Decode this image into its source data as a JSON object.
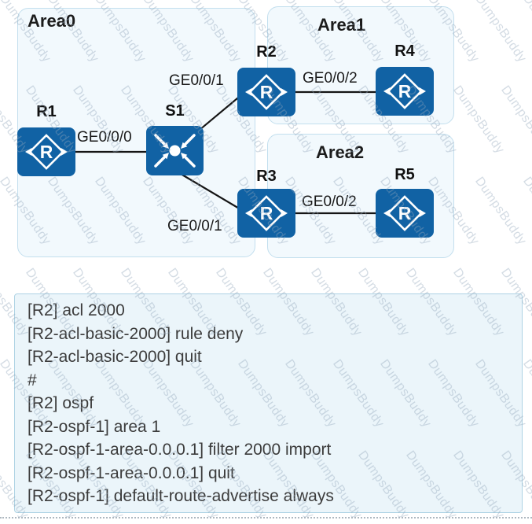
{
  "watermark": {
    "text": "DumpsBuddy"
  },
  "colors": {
    "device_blue": "#1162a4",
    "area_fill": "#f2f9fd",
    "area_border": "#c3dfee",
    "console_fill": "#ebf5fa",
    "console_border": "#aed3e4",
    "link_line": "#151515"
  },
  "diagram": {
    "areas": [
      {
        "label": "Area0"
      },
      {
        "label": "Area1"
      },
      {
        "label": "Area2"
      }
    ],
    "devices": [
      {
        "label": "R1",
        "type": "router"
      },
      {
        "label": "S1",
        "type": "switch"
      },
      {
        "label": "R2",
        "type": "router"
      },
      {
        "label": "R3",
        "type": "router"
      },
      {
        "label": "R4",
        "type": "router"
      },
      {
        "label": "R5",
        "type": "router"
      }
    ],
    "links": [
      {
        "from": "R1",
        "to": "S1",
        "label": "GE0/0/0"
      },
      {
        "from": "S1",
        "to": "R2",
        "label": "GE0/0/1"
      },
      {
        "from": "S1",
        "to": "R3",
        "label": "GE0/0/1"
      },
      {
        "from": "R2",
        "to": "R4",
        "label": "GE0/0/2"
      },
      {
        "from": "R3",
        "to": "R5",
        "label": "GE0/0/2"
      }
    ]
  },
  "console": {
    "lines": [
      "[R2] acl 2000",
      "[R2-acl-basic-2000] rule deny",
      "[R2-acl-basic-2000] quit",
      "#",
      "[R2] ospf",
      "[R2-ospf-1] area 1",
      "[R2-ospf-1-area-0.0.0.1] filter 2000 import",
      "[R2-ospf-1-area-0.0.0.1] quit",
      "[R2-ospf-1] default-route-advertise always"
    ]
  }
}
